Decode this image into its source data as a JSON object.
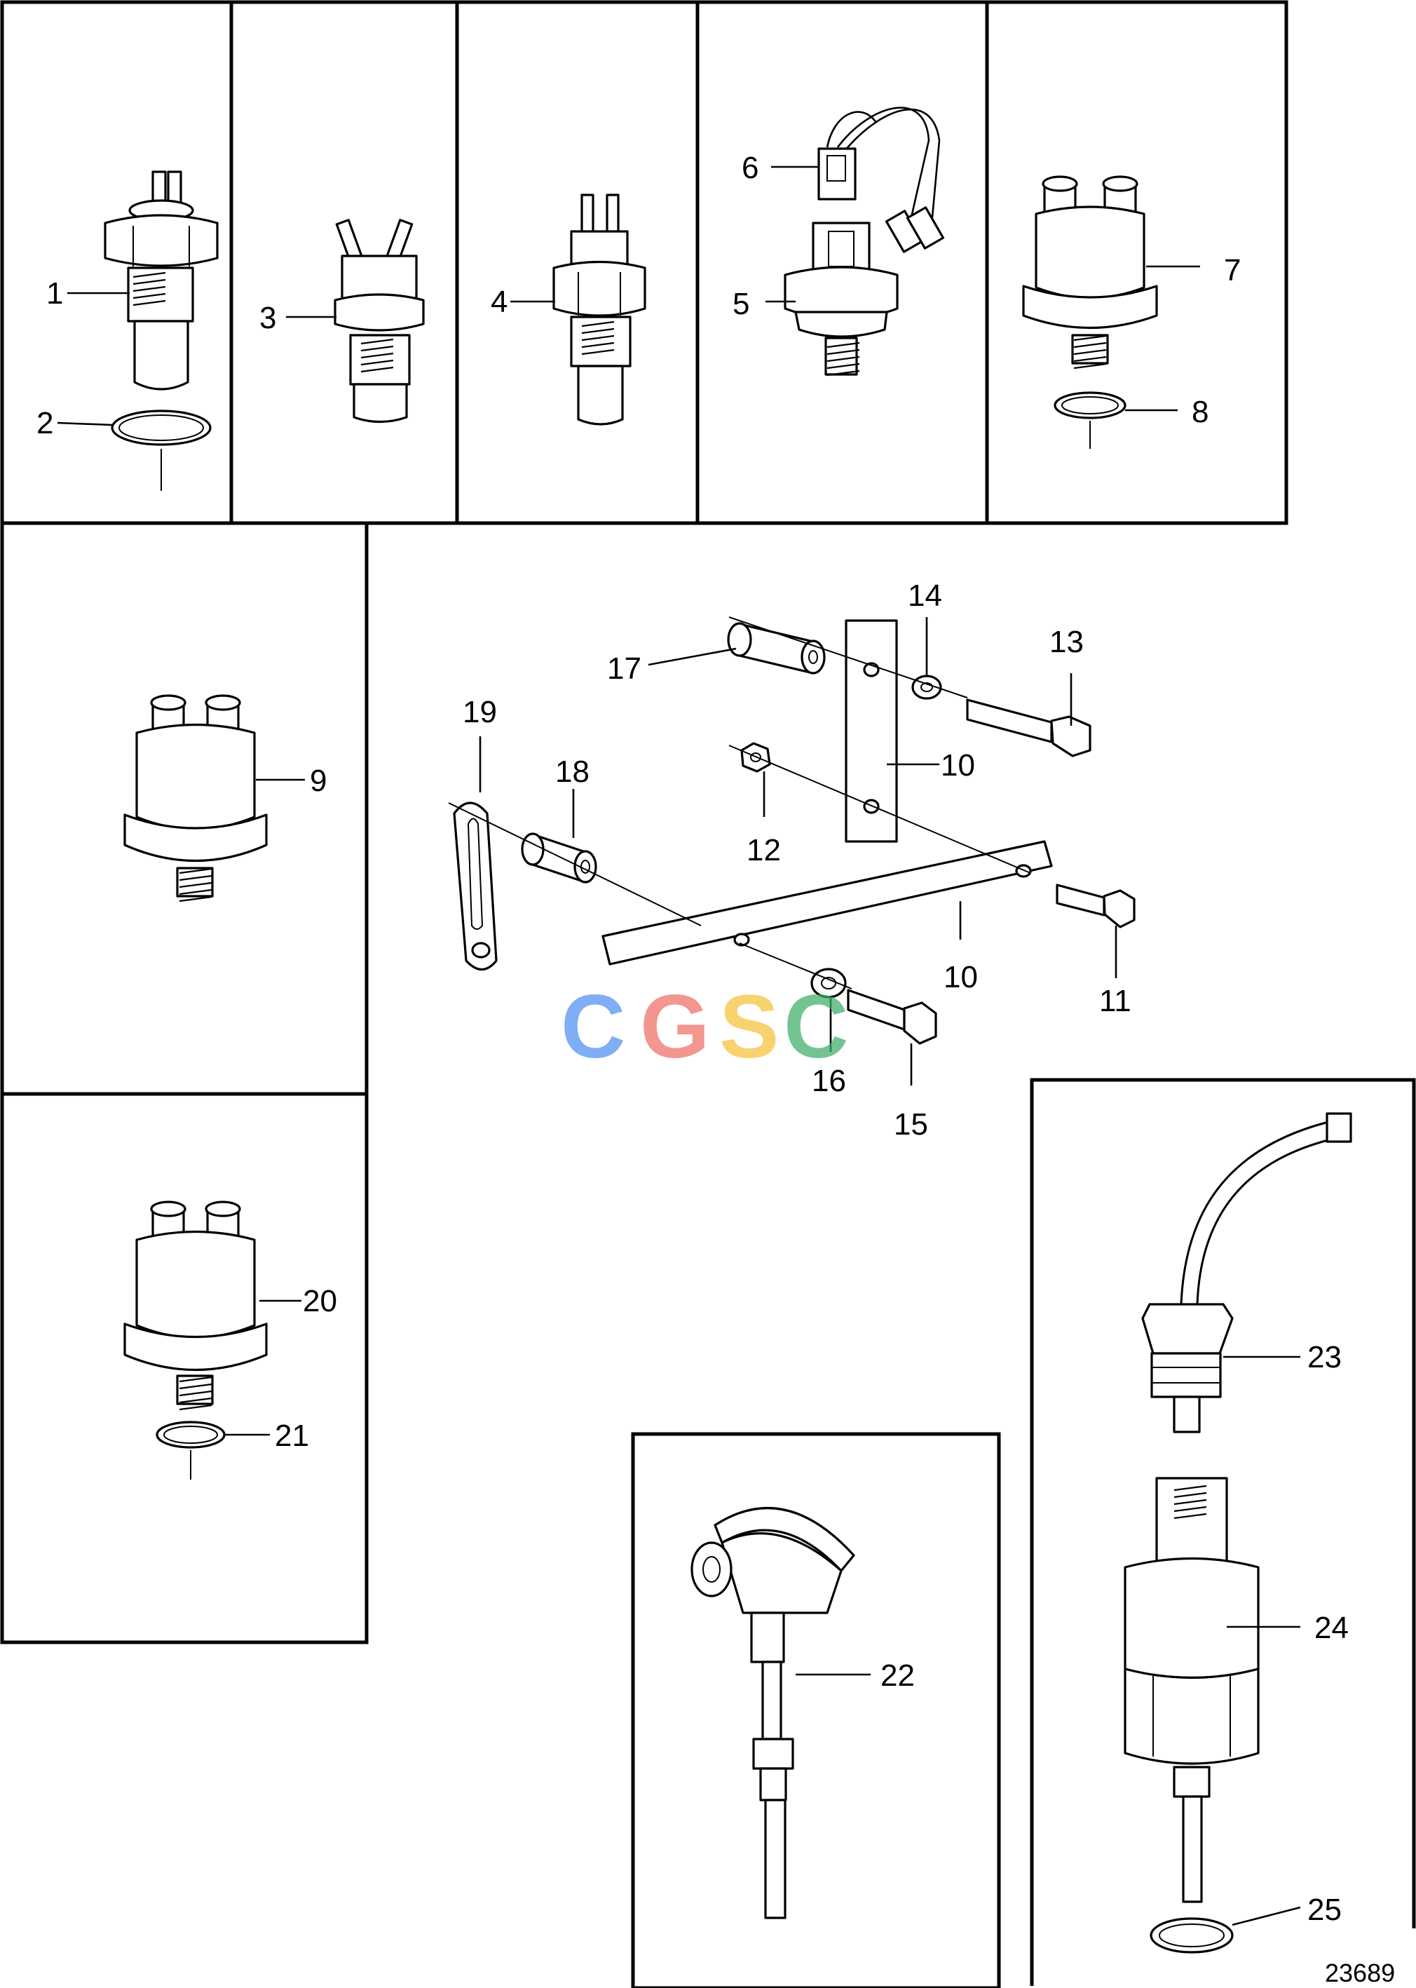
{
  "figure": {
    "document_number": "23689",
    "watermark": {
      "letters": [
        "C",
        "G",
        "S",
        "C"
      ],
      "colors": [
        "#4f8ff0",
        "#ef6f66",
        "#f5c33a",
        "#3fae6a"
      ]
    }
  },
  "callouts": {
    "c1": "1",
    "c2": "2",
    "c3": "3",
    "c4": "4",
    "c5": "5",
    "c6": "6",
    "c7": "7",
    "c8": "8",
    "c9": "9",
    "c10a": "10",
    "c10b": "10",
    "c11": "11",
    "c12": "12",
    "c13": "13",
    "c14": "14",
    "c15": "15",
    "c16": "16",
    "c17": "17",
    "c18": "18",
    "c19": "19",
    "c20": "20",
    "c21": "21",
    "c22": "22",
    "c23": "23",
    "c24": "24",
    "c25": "25"
  },
  "colors": {
    "ink": "#000000",
    "paper": "#ffffff"
  }
}
